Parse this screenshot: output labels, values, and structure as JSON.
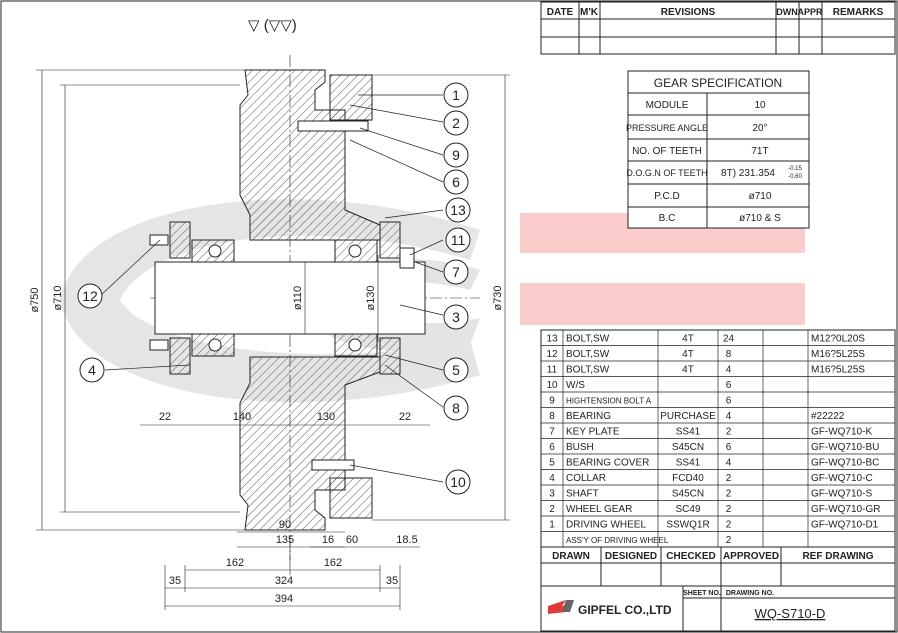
{
  "surface_finish": "▽ (▽▽)",
  "revision_block": {
    "headers": [
      "DATE",
      "M'K",
      "REVISIONS",
      "DWN",
      "APPR",
      "REMARKS"
    ]
  },
  "gear_spec": {
    "title": "GEAR SPECIFICATION",
    "rows": [
      {
        "label": "MODULE",
        "value": "10"
      },
      {
        "label": "PRESSURE ANGLE",
        "value": "20°"
      },
      {
        "label": "NO. OF TEETH",
        "value": "71T"
      },
      {
        "label": "D.O.G.N OF TEETH",
        "value": "8T) 231.354",
        "tolerance_upper": "-0.15",
        "tolerance_lower": "-0.60"
      },
      {
        "label": "P.C.D",
        "value": "ø710"
      },
      {
        "label": "B.C",
        "value": "ø710 & S"
      }
    ]
  },
  "balloons": [
    {
      "number": "1"
    },
    {
      "number": "2"
    },
    {
      "number": "9"
    },
    {
      "number": "6"
    },
    {
      "number": "13"
    },
    {
      "number": "11"
    },
    {
      "number": "7"
    },
    {
      "number": "3"
    },
    {
      "number": "5"
    },
    {
      "number": "8"
    },
    {
      "number": "10"
    },
    {
      "number": "12"
    },
    {
      "number": "4"
    }
  ],
  "dimensions": {
    "vertical": [
      "ø750",
      "ø710",
      "ø110",
      "ø130",
      "ø730"
    ],
    "horizontal": [
      "22",
      "140",
      "130",
      "22",
      "90",
      "135",
      "16",
      "60",
      "18.5",
      "162",
      "162",
      "35",
      "324",
      "35",
      "394"
    ]
  },
  "parts_list": [
    {
      "no": "13",
      "name": "BOLT,SW",
      "material": "4T",
      "qty": "24",
      "drawing": "M12?0L20S"
    },
    {
      "no": "12",
      "name": "BOLT,SW",
      "material": "4T",
      "qty": "8",
      "drawing": "M16?5L25S"
    },
    {
      "no": "11",
      "name": "BOLT,SW",
      "material": "4T",
      "qty": "4",
      "drawing": "M16?5L25S"
    },
    {
      "no": "10",
      "name": "W/S",
      "material": "",
      "qty": "6",
      "drawing": ""
    },
    {
      "no": "9",
      "name": "HIGHTENSION BOLT A",
      "material": "",
      "qty": "6",
      "drawing": ""
    },
    {
      "no": "8",
      "name": "BEARING",
      "material": "PURCHASE",
      "qty": "4",
      "drawing": "#22222"
    },
    {
      "no": "7",
      "name": "KEY PLATE",
      "material": "SS41",
      "qty": "2",
      "drawing": "GF-WQ710-K"
    },
    {
      "no": "6",
      "name": "BUSH",
      "material": "S45CN",
      "qty": "6",
      "drawing": "GF-WQ710-BU"
    },
    {
      "no": "5",
      "name": "BEARING COVER",
      "material": "SS41",
      "qty": "4",
      "drawing": "GF-WQ710-BC"
    },
    {
      "no": "4",
      "name": "COLLAR",
      "material": "FCD40",
      "qty": "2",
      "drawing": "GF-WQ710-C"
    },
    {
      "no": "3",
      "name": "SHAFT",
      "material": "S45CN",
      "qty": "2",
      "drawing": "GF-WQ710-S"
    },
    {
      "no": "2",
      "name": "WHEEL GEAR",
      "material": "SC49",
      "qty": "2",
      "drawing": "GF-WQ710-GR"
    },
    {
      "no": "1",
      "name": "DRIVING WHEEL",
      "material": "SSWQ1R",
      "qty": "2",
      "drawing": "GF-WQ710-D1"
    },
    {
      "no": "",
      "name": "ASS'Y OF DRIVING WHEEL",
      "material": "",
      "qty": "2",
      "drawing": ""
    }
  ],
  "title_block": {
    "headers": [
      "DRAWN",
      "DESIGNED",
      "CHECKED",
      "APPROVED",
      "REF DRAWING"
    ],
    "sheet_no_label": "SHEET NO.",
    "drawing_no_label": "DRAWING NO.",
    "company": "GIPFEL CO.,LTD",
    "drawing_no": "WQ-S710-D"
  },
  "colors": {
    "watermark_red": "#f5a3a3",
    "watermark_gray": "#cfcfcf",
    "line": "#222222"
  }
}
